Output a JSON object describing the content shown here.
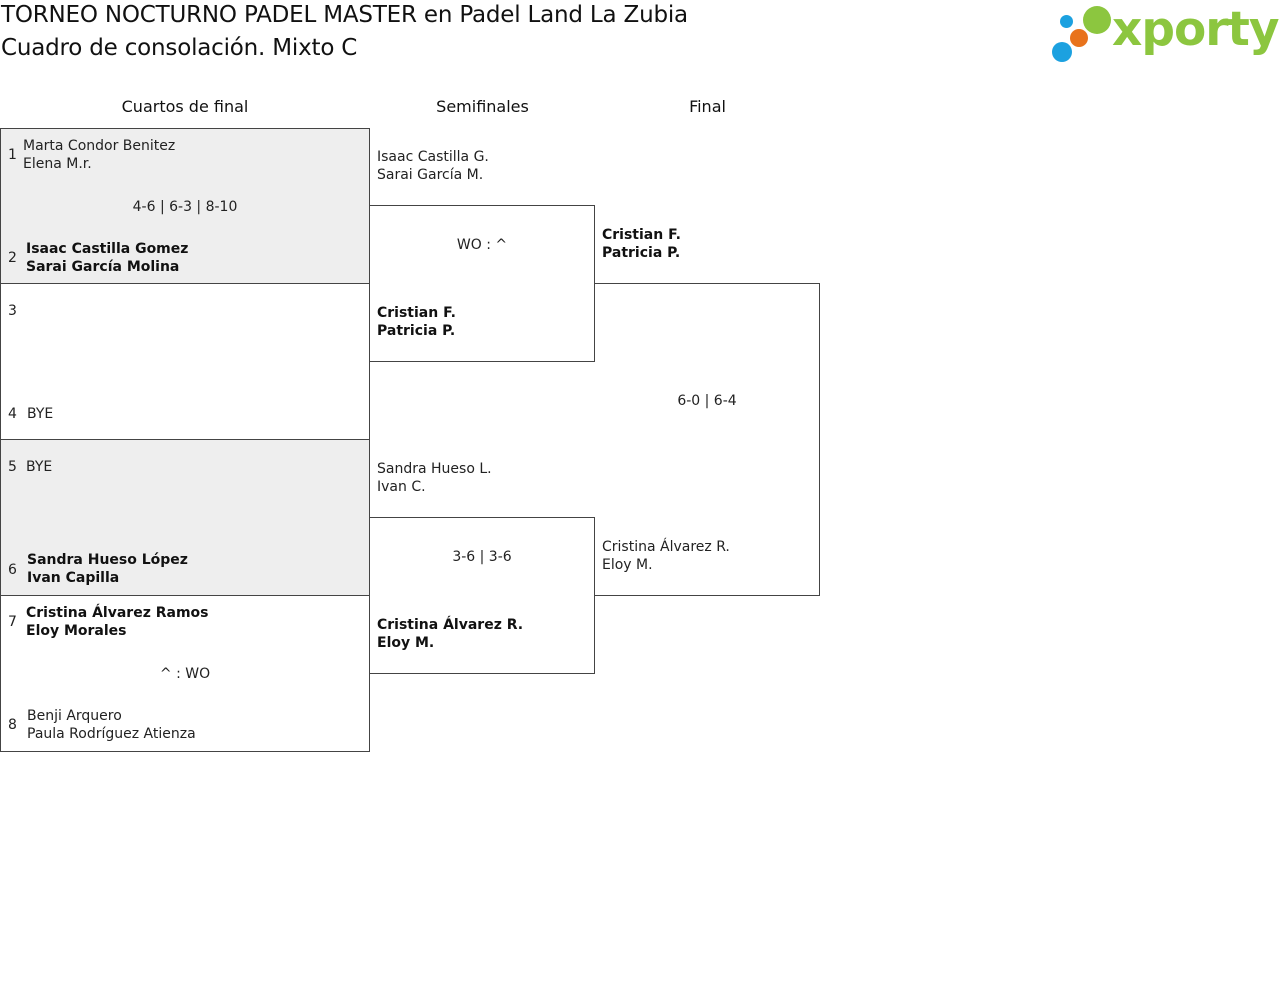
{
  "header": {
    "title": "TORNEO NOCTURNO PADEL MASTER en Padel Land La Zubia",
    "subtitle": "Cuadro de consolación. Mixto C"
  },
  "logo": {
    "word": "xporty",
    "colors": {
      "green": "#8cc63f",
      "orange": "#e8731c",
      "blue": "#1ca1e0"
    }
  },
  "rounds": [
    "Cuartos de final",
    "Semifinales",
    "Final"
  ],
  "quarterfinals": [
    {
      "score": "4-6 | 6-3 | 8-10",
      "top": {
        "seed": "1",
        "line1": "Marta Condor Benitez",
        "line2": "Elena M.r."
      },
      "bottom": {
        "seed": "2",
        "line1": "Isaac Castilla Gomez",
        "line2": "Sarai García Molina"
      }
    },
    {
      "score": "",
      "top": {
        "seed": "3",
        "line1": "",
        "line2": ""
      },
      "bottom": {
        "seed": "4",
        "line1": "BYE",
        "line2": ""
      }
    },
    {
      "score": "",
      "top": {
        "seed": "5",
        "line1": "BYE",
        "line2": ""
      },
      "bottom": {
        "seed": "6",
        "line1": "Sandra Hueso López",
        "line2": "Ivan Capilla"
      }
    },
    {
      "score": "^ : WO",
      "top": {
        "seed": "7",
        "line1": "Cristina Álvarez Ramos",
        "line2": "Eloy Morales"
      },
      "bottom": {
        "seed": "8",
        "line1": "Benji Arquero",
        "line2": "Paula Rodríguez Atienza"
      }
    }
  ],
  "semifinals": [
    {
      "score": "WO : ^",
      "top": {
        "line1": "Isaac Castilla G.",
        "line2": "Sarai García M."
      },
      "bottom": {
        "line1": "Cristian F.",
        "line2": "Patricia P."
      }
    },
    {
      "score": "3-6 | 3-6",
      "top": {
        "line1": "Sandra Hueso L.",
        "line2": "Ivan C."
      },
      "bottom": {
        "line1": "Cristina Álvarez R.",
        "line2": "Eloy M."
      }
    }
  ],
  "final": {
    "score": "6-0 | 6-4",
    "top": {
      "line1": "Cristian F.",
      "line2": "Patricia P."
    },
    "bottom": {
      "line1": "Cristina Álvarez R.",
      "line2": "Eloy M."
    }
  }
}
